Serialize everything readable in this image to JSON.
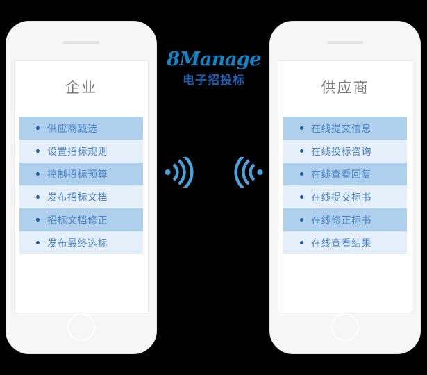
{
  "background_color": "#000000",
  "brand": {
    "logo_text": "8Manage",
    "logo_color": "#1187c9",
    "subtitle": "电子招投标",
    "subtitle_color": "#1c5fae"
  },
  "palette": {
    "row_odd": "#aed0ed",
    "row_even": "#e4effa",
    "row_text": "#4b81c4",
    "bullet": "#1d5ca6",
    "title_text": "#797979",
    "signal_icon": "#4ba3dc",
    "phone_body": "#f6f6f6",
    "screen": "#ffffff"
  },
  "panels": [
    {
      "side": "left",
      "title": "企业",
      "items": [
        "供应商甄选",
        "设置招标规则",
        "控制招标预算",
        "发布招标文档",
        "招标文档修正",
        "发布最终选标"
      ]
    },
    {
      "side": "right",
      "title": "供应商",
      "items": [
        "在线提交信息",
        "在线投标咨询",
        "在线查看回复",
        "在线提交标书",
        "在线修正标书",
        "在线查看结果"
      ]
    }
  ],
  "signals": [
    {
      "name": "signal-broadcast-right",
      "direction": "right"
    },
    {
      "name": "signal-broadcast-left",
      "direction": "left"
    }
  ]
}
